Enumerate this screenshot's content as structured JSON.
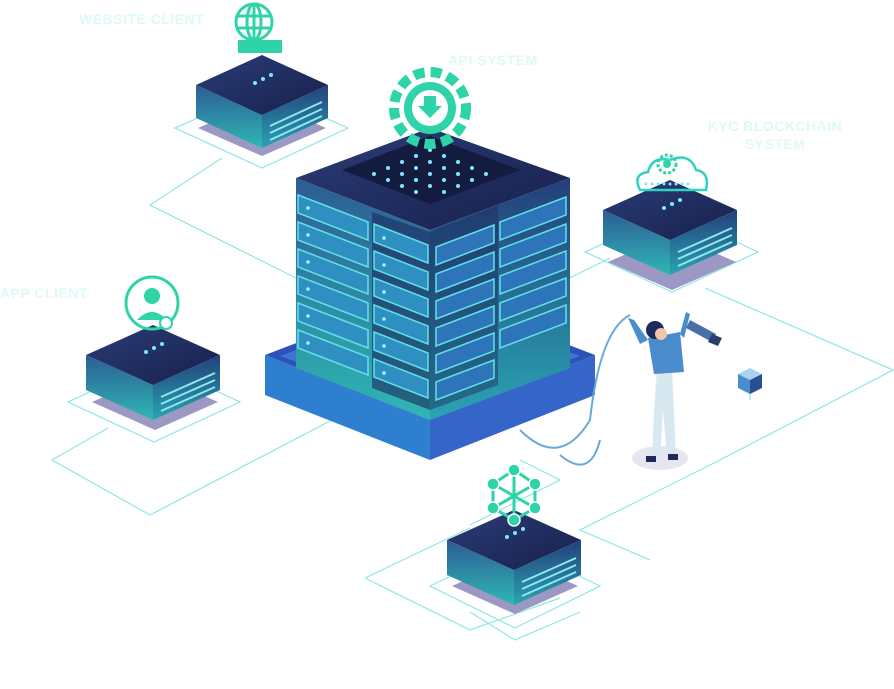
{
  "labels": {
    "website_client": "WEBSITE CLIENT",
    "api_system": "API SYSTEM",
    "kyc_line1": "KYC BLOCKCHAIN",
    "kyc_line2": "SYSTEM",
    "app_client": "APP CLIENT"
  },
  "colors": {
    "line": "#8ee6e6",
    "label": "#dff8f8",
    "server_top": "#1f2d63",
    "server_side": "#2c6ea3",
    "server_teal": "#2fd3c4",
    "accent": "#32e6b0",
    "shadow": "#8a86b8"
  },
  "icons": [
    "globe-icon",
    "gear-download-icon",
    "cloud-gear-icon",
    "user-icon",
    "network-icon",
    "cube-icon",
    "person-figure"
  ]
}
